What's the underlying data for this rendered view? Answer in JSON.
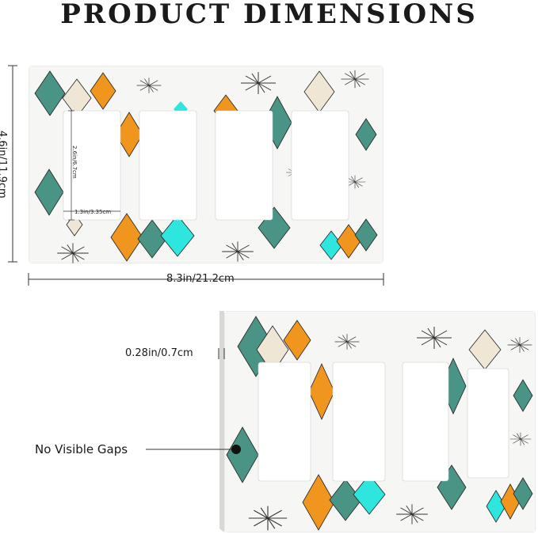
{
  "title": "PRODUCT DIMENSIONS",
  "dimensions": {
    "height": "4.6in/11.9cm",
    "width": "8.3in/21.2cm",
    "thickness": "0.28in/0.7cm",
    "opening_height": "2.6in/6.7cm",
    "opening_width": "1.3in/3.35cm"
  },
  "features": {
    "no_gaps": "No Visible Gaps"
  },
  "colors": {
    "teal": "#4a9485",
    "orange": "#f0951e",
    "cream": "#efe6d6",
    "aqua": "#2ee6de",
    "plate": "#f6f6f4",
    "line": "#333333"
  }
}
